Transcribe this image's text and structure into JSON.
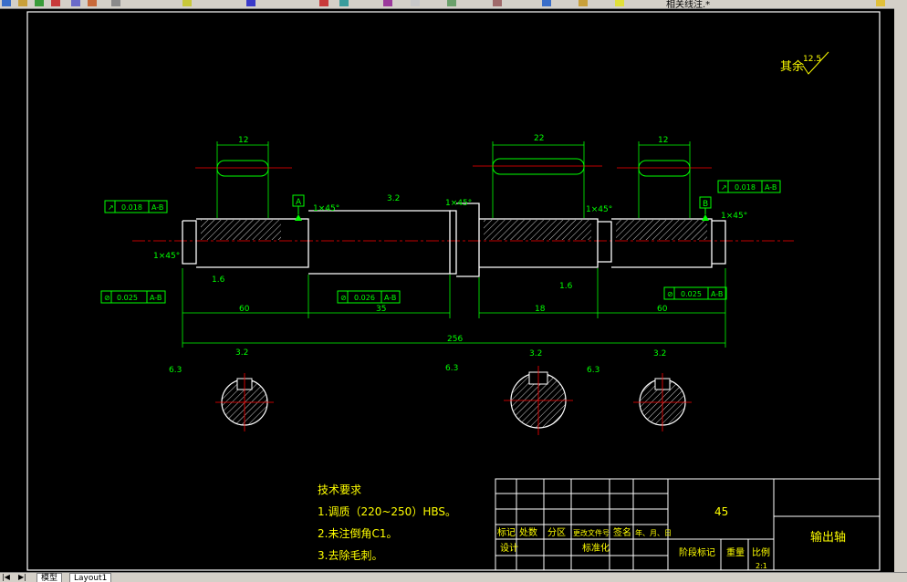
{
  "toolbar": {
    "layer_name": "相关线注.*"
  },
  "drawing": {
    "note_rest": "其余",
    "rough_rest": "12.5",
    "tech_title": "技术要求",
    "tech_items": [
      "1.调质（220~250）HBS。",
      "2.未注倒角C1。",
      "3.去除毛刺。"
    ],
    "datum_a": "A",
    "datum_b": "B",
    "chamfer": "1×45°",
    "rough_16": "1.6",
    "rough_32": "3.2",
    "rough_63": "6.3",
    "dims": {
      "key1": "12",
      "key2": "22",
      "key3": "12",
      "len1": "60",
      "len2": "35",
      "len3": "18",
      "len4": "60",
      "total": "256"
    },
    "tol_left": [
      "↗",
      "0.018",
      "A-B"
    ],
    "tol_right": [
      "↗",
      "0.018",
      "A-B"
    ],
    "tol_left_bottom": [
      "⊘",
      "0.025",
      "A-B"
    ],
    "tol_mid": [
      "⊘",
      "0.026",
      "A-B"
    ],
    "tol_right_bottom": [
      "⊘",
      "0.025",
      "A-B"
    ],
    "title_block": {
      "material": "45",
      "part_name": "输出轴",
      "headers": [
        "标记",
        "处数",
        "分区",
        "更改文件号",
        "签名",
        "年、月、日"
      ],
      "design": "设计",
      "standard": "标准化",
      "stage": "阶段标记",
      "weight": "重量",
      "scale": "比例",
      "scale_val": "2:1"
    }
  },
  "tabs": {
    "model": "模型",
    "layout1": "Layout1"
  }
}
